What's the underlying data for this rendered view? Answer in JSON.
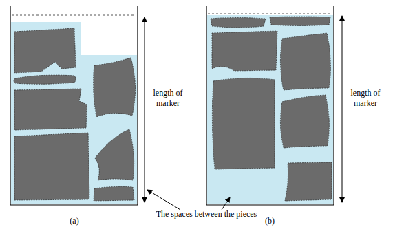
{
  "diagram": {
    "labels": [
      "length of marker",
      "length of marker",
      "The spaces between the pieces",
      "(a)",
      "(b)"
    ]
  }
}
